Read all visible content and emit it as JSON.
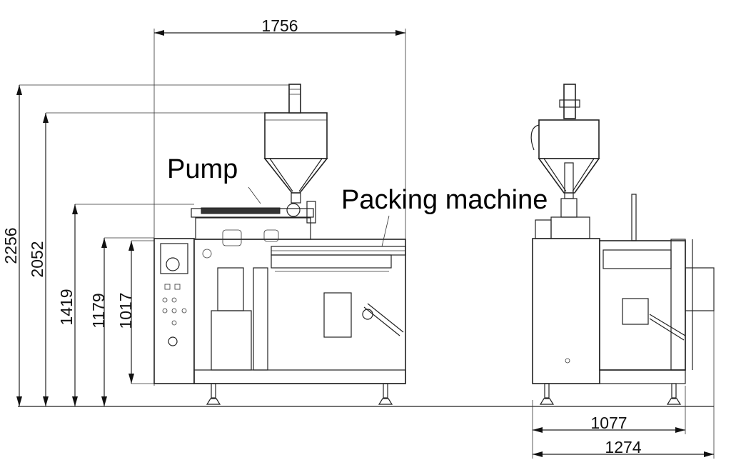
{
  "dimensions": {
    "overall_width_side": "1756",
    "height_motor_top": "2256",
    "height_hopper_top": "2052",
    "height_platform": "1419",
    "height_cabinet": "1179",
    "height_table": "1017",
    "depth_frame": "1077",
    "depth_overall": "1274"
  },
  "callouts": {
    "pump": "Pump",
    "packing_machine": "Packing machine"
  }
}
